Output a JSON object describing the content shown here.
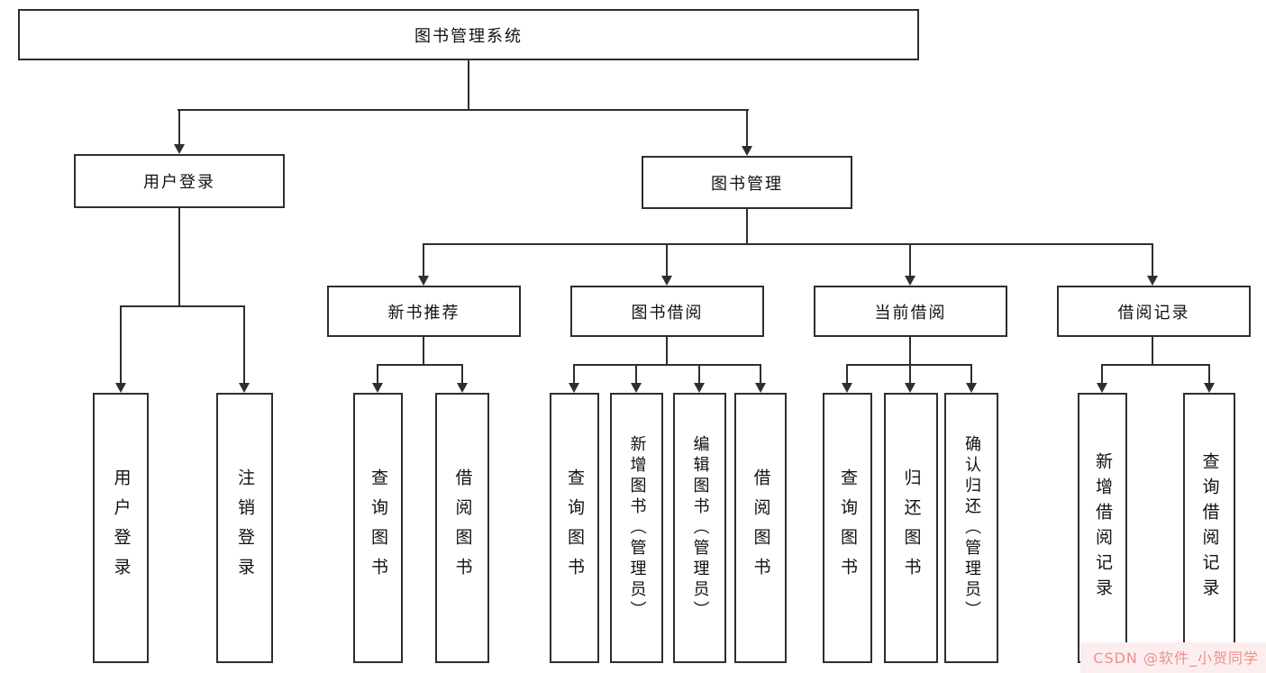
{
  "diagram": {
    "root": {
      "label": "图书管理系统"
    },
    "user_login": {
      "label": "用户登录",
      "children": [
        "用户登录",
        "注销登录"
      ]
    },
    "book_management": {
      "label": "图书管理",
      "children": [
        {
          "label": "新书推荐",
          "children": [
            "查询图书",
            "借阅图书"
          ]
        },
        {
          "label": "图书借阅",
          "children": [
            "查询图书",
            "新增图书（管理员）",
            "编辑图书（管理员）",
            "借阅图书"
          ]
        },
        {
          "label": "当前借阅",
          "children": [
            "查询图书",
            "归还图书",
            "确认归还（管理员）"
          ]
        },
        {
          "label": "借阅记录",
          "children": [
            "新增借阅记录",
            "查询借阅记录"
          ]
        }
      ]
    }
  },
  "watermark": "CSDN @软件_小贺同学",
  "colors": {
    "line": "#2e2e2e",
    "watermark_text": "#ef8e8e"
  }
}
